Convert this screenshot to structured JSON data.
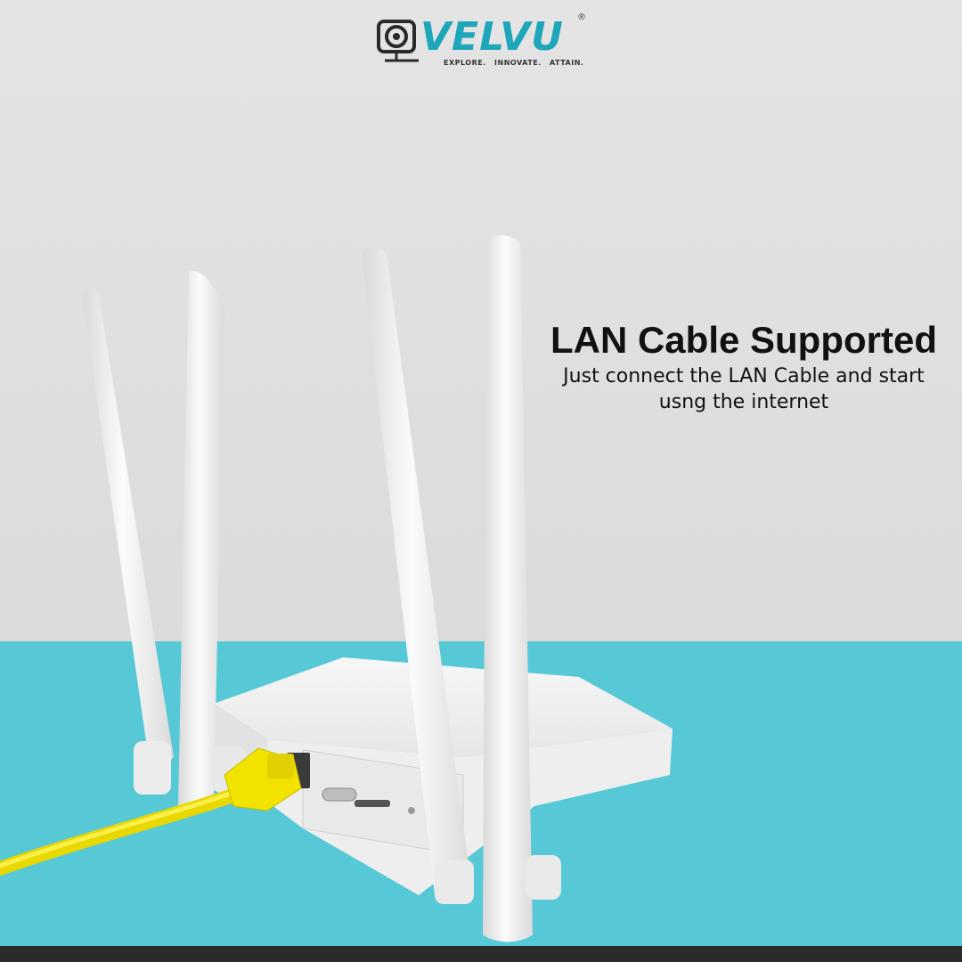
{
  "brand": {
    "name": "VELVU",
    "registered_mark": "®",
    "tagline": "EXPLORE. INNOVATE. ATTAIN."
  },
  "headline": {
    "title": "LAN Cable Supported",
    "subtitle": "Just connect the LAN Cable and start usng the internet"
  },
  "colors": {
    "background": "#dcdcdc",
    "table_surface": "#56c8d6",
    "brand_accent": "#1ea6bb",
    "cable": "#f2e200",
    "bottom_bar": "#2b2b2b"
  },
  "icons": [
    "camera-lens-logo-icon"
  ]
}
